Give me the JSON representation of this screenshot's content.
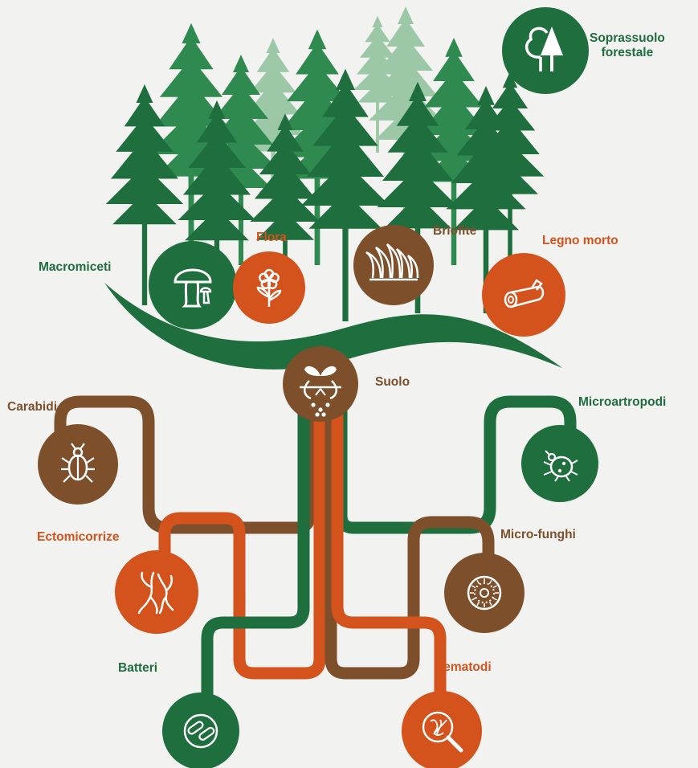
{
  "colors": {
    "dark_green": "#1f6e3e",
    "mid_green": "#2f8a4f",
    "pale_green": "#9cc8a8",
    "brown": "#7e4f2b",
    "orange": "#d4521c",
    "background": "#f2f2f0",
    "icon_stroke": "#ffffff"
  },
  "labels": {
    "soprassuolo_line1": "Soprassuolo",
    "soprassuolo_line2": "forestale",
    "macromiceti": "Macromiceti",
    "flora": "Flora",
    "briofite": "Briofite",
    "legno_morto": "Legno morto",
    "suolo": "Suolo",
    "carabidi": "Carabidi",
    "microartropodi": "Microartropodi",
    "ectomicorrize": "Ectomicorrize",
    "micro_funghi": "Micro-funghi",
    "batteri": "Batteri",
    "nematodi": "Nematodi"
  },
  "nodes": [
    {
      "id": "soprassuolo-forestale",
      "color": "dark_green",
      "icon": "tree-icon"
    },
    {
      "id": "macromiceti",
      "color": "dark_green",
      "icon": "mushroom-icon"
    },
    {
      "id": "flora",
      "color": "orange",
      "icon": "flower-icon"
    },
    {
      "id": "briofite",
      "color": "brown",
      "icon": "moss-icon"
    },
    {
      "id": "legno-morto",
      "color": "orange",
      "icon": "log-icon"
    },
    {
      "id": "suolo",
      "color": "brown",
      "icon": "seedling-icon"
    },
    {
      "id": "carabidi",
      "color": "brown",
      "icon": "beetle-icon"
    },
    {
      "id": "microartropodi",
      "color": "dark_green",
      "icon": "mite-icon"
    },
    {
      "id": "ectomicorrize",
      "color": "orange",
      "icon": "roots-icon"
    },
    {
      "id": "micro-funghi",
      "color": "brown",
      "icon": "fungal-colony-icon"
    },
    {
      "id": "batteri",
      "color": "dark_green",
      "icon": "bacteria-icon"
    },
    {
      "id": "nematodi",
      "color": "orange",
      "icon": "magnifier-icon"
    }
  ]
}
